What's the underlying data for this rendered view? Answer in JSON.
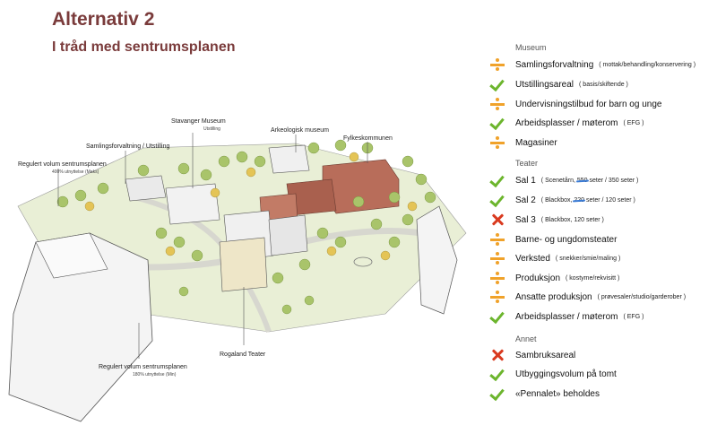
{
  "header": {
    "title": "Alternativ 2",
    "subtitle": "I tråd med sentrumsplanen"
  },
  "map_labels": {
    "regulert_top": "Regulert volum sentrumsplanen",
    "regulert_top_sub": "400% utnyttelse (Maks)",
    "samlings": "Samlingsforvaltning / Utstilling",
    "stavanger_museum": "Stavanger Museum",
    "stavanger_museum_sub": "Utstilling",
    "arkeologisk": "Arkeologisk museum",
    "fylkeskommunen": "Fylkeskommunen",
    "rogaland_teater": "Rogaland Teater",
    "regulert_bottom": "Regulert volum sentrumsplanen",
    "regulert_bottom_sub": "180% utnyttelse (Min)"
  },
  "colors": {
    "check": "#6cb52d",
    "cross": "#d93a1f",
    "divide": "#f0a22a",
    "title": "#7a3b3b"
  },
  "legend": {
    "museum": {
      "heading": "Museum",
      "items": [
        {
          "status": "divide",
          "label": "Samlingsforvaltning",
          "note": "( mottak/behandling/konservering )"
        },
        {
          "status": "check",
          "label": "Utstillingsareal",
          "note": "( basis/skiftende )"
        },
        {
          "status": "divide",
          "label": "Undervisningstilbud for barn og unge",
          "note": ""
        },
        {
          "status": "check",
          "label": "Arbeidsplasser / møterom",
          "note": "( EFG )"
        },
        {
          "status": "divide",
          "label": "Magasiner",
          "note": ""
        }
      ]
    },
    "teater": {
      "heading": "Teater",
      "items": [
        {
          "status": "check",
          "label": "Sal 1",
          "note_pre": "( Scenetårn,",
          "note_strike": "550",
          "note_post": "seter / 350 seter )"
        },
        {
          "status": "check",
          "label": "Sal 2",
          "note_pre": "( Blackbox,",
          "note_strike": "220",
          "note_post": "seter / 120 seter )"
        },
        {
          "status": "cross",
          "label": "Sal 3",
          "note_pre": "( Blackbox,",
          "note_strike": "",
          "note_post": "120 seter )"
        },
        {
          "status": "divide",
          "label": "Barne- og ungdomsteater",
          "note": ""
        },
        {
          "status": "divide",
          "label": "Verksted",
          "note": "( snekker/smie/maling )"
        },
        {
          "status": "divide",
          "label": "Produksjon",
          "note": "( kostyme/rekvisitt )"
        },
        {
          "status": "divide",
          "label": "Ansatte produksjon",
          "note": "( prøvesaler/studio/garderober )"
        },
        {
          "status": "check",
          "label": "Arbeidsplasser / møterom",
          "note": "( EFG )"
        }
      ]
    },
    "annet": {
      "heading": "Annet",
      "items": [
        {
          "status": "cross",
          "label": "Sambruksareal",
          "note": ""
        },
        {
          "status": "check",
          "label": "Utbyggingsvolum på tomt",
          "note": ""
        },
        {
          "status": "check",
          "label": "«Pennalet» beholdes",
          "note": ""
        }
      ]
    }
  }
}
